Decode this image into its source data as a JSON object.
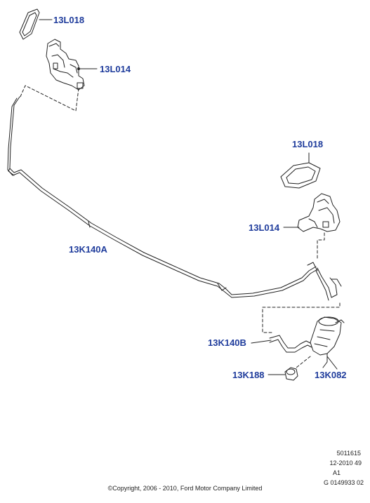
{
  "labels": {
    "nozzle_cover_top": "13L018",
    "nozzle_top": "13L014",
    "hose_a": "13K140A",
    "nozzle_cover_right": "13L018",
    "nozzle_right": "13L014",
    "hose_b": "13K140B",
    "grommet": "13K188",
    "pump": "13K082"
  },
  "footer": {
    "code1": "5011615",
    "code2": "12-2010 49",
    "code3": "A1",
    "code4": "G 0149933 02",
    "copyright": "©Copyright, 2006 - 2010, Ford Motor Company Limited"
  },
  "colors": {
    "label": "#1f3c9c",
    "line": "#222222"
  }
}
